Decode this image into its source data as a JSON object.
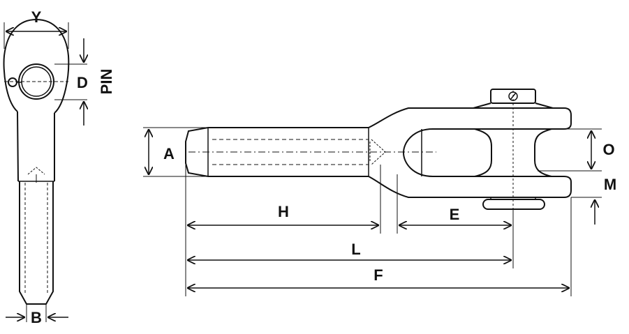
{
  "labels": {
    "y": "Y",
    "d": "D",
    "pin": "PIN",
    "b": "B",
    "a": "A",
    "h": "H",
    "e": "E",
    "l": "L",
    "f": "F",
    "o": "O",
    "m": "M"
  }
}
